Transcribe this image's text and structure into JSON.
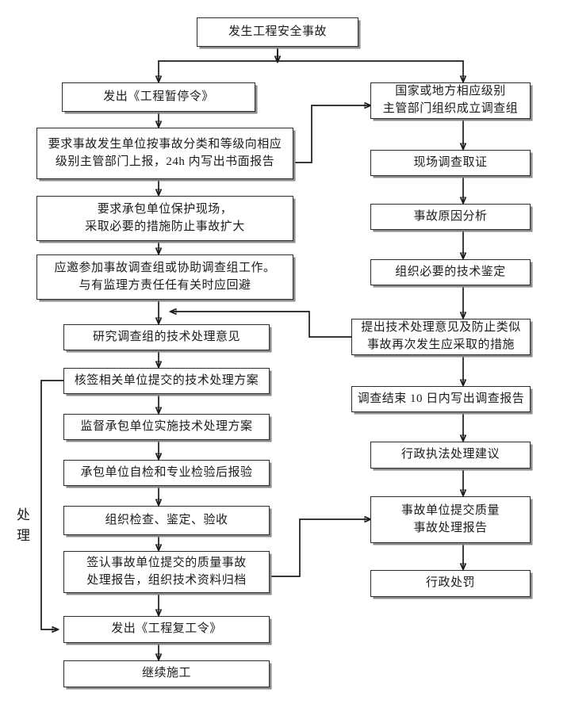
{
  "diagram": {
    "title_node": "发生工程安全事故",
    "side_label": "处理",
    "left_column": [
      {
        "id": "l1",
        "lines": [
          "发出《工程暂停令》"
        ]
      },
      {
        "id": "l2",
        "lines": [
          "要求事故发生单位按事故分类和等级向相应",
          "级别主管部门上报，24h 内写出书面报告"
        ]
      },
      {
        "id": "l3",
        "lines": [
          "要求承包单位保护现场，",
          "采取必要的措施防止事故扩大"
        ]
      },
      {
        "id": "l4",
        "lines": [
          "应邀参加事故调查组或协助调查组工作。",
          "与有监理方责任任有关时应回避"
        ]
      },
      {
        "id": "l5",
        "lines": [
          "研究调查组的技术处理意见"
        ]
      },
      {
        "id": "l6",
        "lines": [
          "核签相关单位提交的技术处理方案"
        ]
      },
      {
        "id": "l7",
        "lines": [
          "监督承包单位实施技术处理方案"
        ]
      },
      {
        "id": "l8",
        "lines": [
          "承包单位自检和专业检验后报验"
        ]
      },
      {
        "id": "l9",
        "lines": [
          "组织检查、鉴定、验收"
        ]
      },
      {
        "id": "l10",
        "lines": [
          "签认事故单位提交的质量事故",
          "处理报告，组织技术资料归档"
        ]
      },
      {
        "id": "l11",
        "lines": [
          "发出《工程复工令》"
        ]
      },
      {
        "id": "l12",
        "lines": [
          "继续施工"
        ]
      }
    ],
    "right_column": [
      {
        "id": "r1",
        "lines": [
          "国家或地方相应级别",
          "主管部门组织成立调查组"
        ]
      },
      {
        "id": "r2",
        "lines": [
          "现场调查取证"
        ]
      },
      {
        "id": "r3",
        "lines": [
          "事故原因分析"
        ]
      },
      {
        "id": "r4",
        "lines": [
          "组织必要的技术鉴定"
        ]
      },
      {
        "id": "r5",
        "lines": [
          "提出技术处理意见及防止类似",
          "事故再次发生应采取的措施"
        ]
      },
      {
        "id": "r6",
        "lines": [
          "调查结束 10 日内写出调查报告"
        ]
      },
      {
        "id": "r7",
        "lines": [
          "行政执法处理建议"
        ]
      },
      {
        "id": "r8",
        "lines": [
          "事故单位提交质量",
          "事故处理报告"
        ]
      },
      {
        "id": "r9",
        "lines": [
          "行政处罚"
        ]
      }
    ],
    "colors": {
      "box_border": "#2b2b2b",
      "box_shadow": "#8a8a8a",
      "line": "#1b1b1b",
      "background": "#ffffff",
      "text": "#1b1b1b"
    }
  }
}
